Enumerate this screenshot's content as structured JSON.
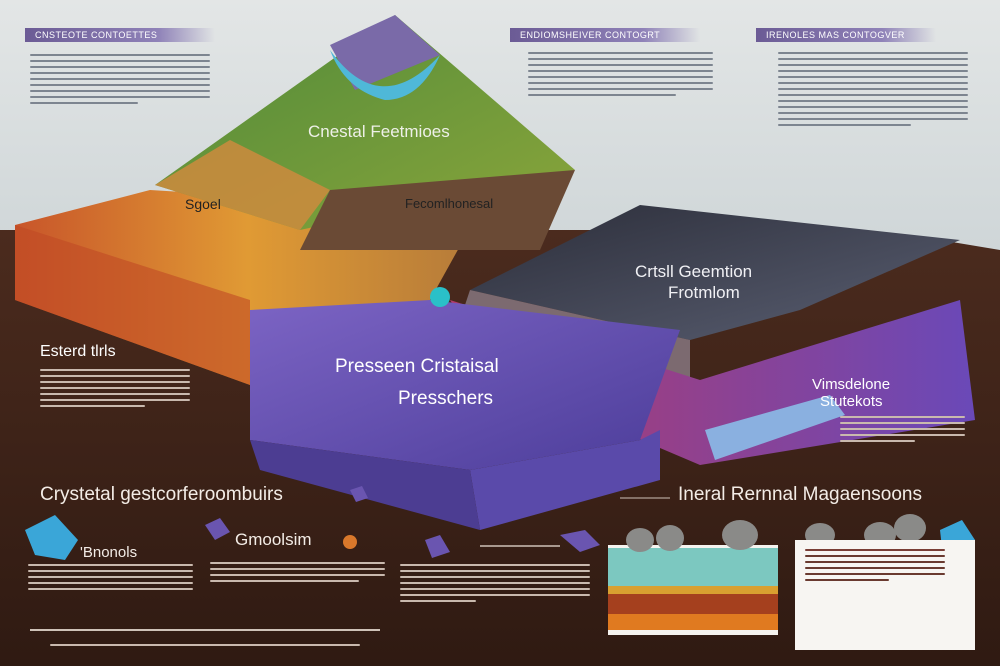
{
  "top_panels": [
    {
      "header": "CNSTEOTE CONTOETTES"
    },
    {
      "header": "ENDIOMSHEIVER CONTOGRT"
    },
    {
      "header": "IRENOLES MAS CONTOGVER"
    }
  ],
  "diagram": {
    "pyramid_label": "Cnestal Feetmioes",
    "wedge_label": "Fecomlhonesal",
    "left_layer_label": "Sgoel",
    "right_slab_label_line1": "Crtsll Geemtion",
    "right_slab_label_line2": "Frotmlom",
    "purple_slab_label_line1": "Presseen Cristaisal",
    "purple_slab_label_line2": "Presschers",
    "left_callout": "Esterd tlrls",
    "right_callout_line1": "Vimsdelone",
    "right_callout_line2": "Stutekots"
  },
  "bottom": {
    "left_title": "Crystetal gestcorferoombuirs",
    "right_title": "Ineral Rernnal Magaensoons",
    "item1_label": "'Bnonols",
    "item2_label": "Gmoolsim"
  },
  "colors": {
    "sky": "#dfe3e4",
    "ground": "#4a2a1c",
    "pyramid_green": "#6a9a3a",
    "purple": "#6a55b0",
    "orange": "#d9822b",
    "slate": "#3c3f4c",
    "header_purple": "#6b5b95"
  }
}
